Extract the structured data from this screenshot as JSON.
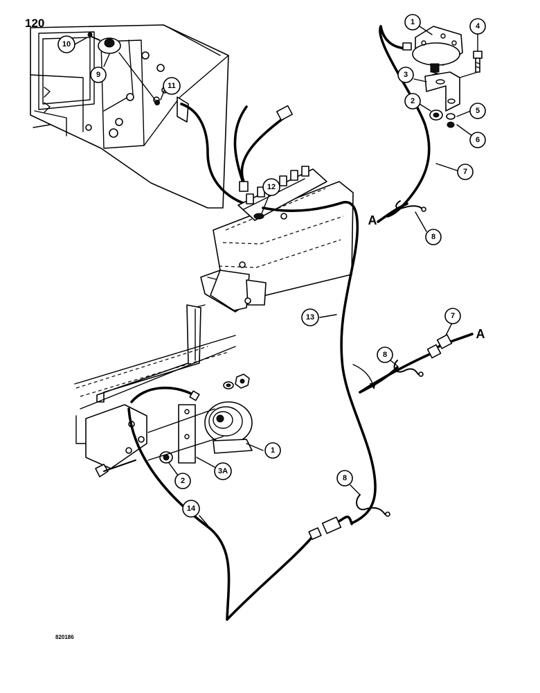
{
  "page_number": "120",
  "figure_code": "820186",
  "callouts": [
    {
      "id": "c1-top",
      "label": "1"
    },
    {
      "id": "c4",
      "label": "4"
    },
    {
      "id": "c3-top",
      "label": "3"
    },
    {
      "id": "c2-top",
      "label": "2"
    },
    {
      "id": "c5",
      "label": "5"
    },
    {
      "id": "c6",
      "label": "6"
    },
    {
      "id": "c7-top",
      "label": "7"
    },
    {
      "id": "c8-top",
      "label": "8"
    },
    {
      "id": "c10",
      "label": "10"
    },
    {
      "id": "c9",
      "label": "9"
    },
    {
      "id": "c11",
      "label": "11"
    },
    {
      "id": "c12",
      "label": "12"
    },
    {
      "id": "c13",
      "label": "13"
    },
    {
      "id": "c7-mid",
      "label": "7"
    },
    {
      "id": "c8-mid",
      "label": "8"
    },
    {
      "id": "c1-bottom",
      "label": "1"
    },
    {
      "id": "c3a",
      "label": "3A"
    },
    {
      "id": "c2-bottom",
      "label": "2"
    },
    {
      "id": "c8-bottom",
      "label": "8"
    },
    {
      "id": "c14",
      "label": "14"
    }
  ],
  "connectors": [
    {
      "id": "a-top",
      "label": "A"
    },
    {
      "id": "a-mid",
      "label": "A"
    }
  ]
}
